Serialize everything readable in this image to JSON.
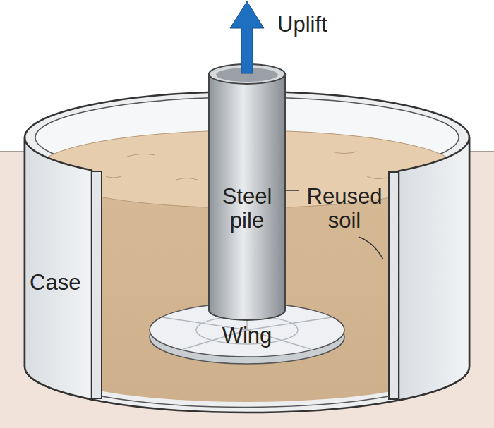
{
  "diagram": {
    "labels": [
      "Uplift",
      "Steel pile",
      "Reused soil",
      "Case",
      "Wing"
    ]
  }
}
